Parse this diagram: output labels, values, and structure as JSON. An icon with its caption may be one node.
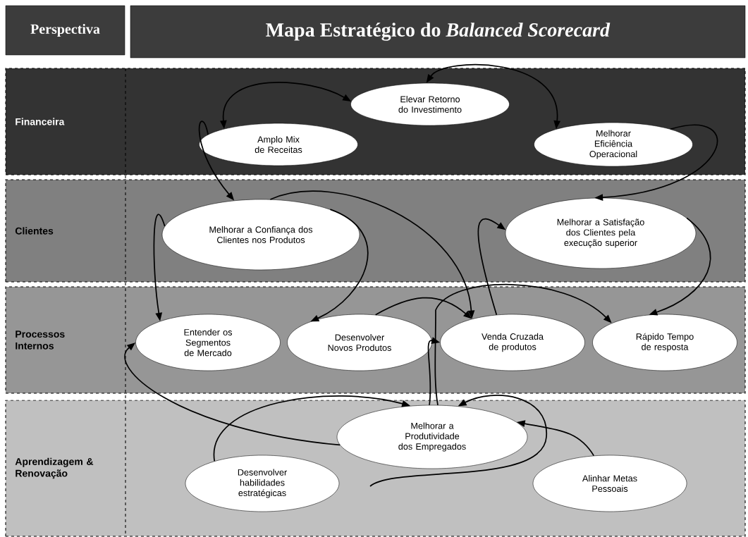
{
  "diagram": {
    "nodes": [
      {
        "text": [
          "Perspectiva"
        ]
      },
      {
        "text": [
          "Mapa Estratégico do *Balanced Scorecard*"
        ]
      },
      {
        "text": [
          "Financeira"
        ]
      },
      {
        "text": [
          "Elevar Retorno do Investimento"
        ],
        "in": 2
      },
      {
        "text": [
          "Amplo Mix de Receitas"
        ],
        "in": 2
      },
      {
        "text": [
          "Melhorar Eficiência Operacional"
        ],
        "in": 2
      },
      {
        "text": [
          "Clientes"
        ]
      },
      {
        "text": [
          "Melhorar a Confiança dos Clientes nos Produtos"
        ],
        "in": 6
      },
      {
        "text": [
          "Melhorar a Satisfação dos Clientes pela execução superior"
        ],
        "in": 6
      },
      {
        "text": [
          "Processos Internos"
        ]
      },
      {
        "text": [
          "Entender os Segmentos de Mercado"
        ],
        "in": 9
      },
      {
        "text": [
          "Desenvolver Novos Produtos"
        ],
        "in": 9
      },
      {
        "text": [
          "Venda Cruzada de produtos"
        ],
        "in": 9
      },
      {
        "text": [
          "Rápido Tempo de resposta"
        ],
        "in": 9
      },
      {
        "text": [
          "Aprendizagem & Renovação"
        ]
      },
      {
        "text": [
          "Melhorar a Produtividade dos Empregados"
        ],
        "in": 14
      },
      {
        "text": [
          "Desenvolver habilidades estratégicas"
        ],
        "in": 14
      },
      {
        "text": [
          "Alinhar Metas Pessoais"
        ],
        "in": 14
      }
    ],
    "edges": [
      {
        "from": 4,
        "to": 3,
        "arrow": "both"
      },
      {
        "from": 3,
        "to": 5,
        "arrow": "both"
      },
      {
        "from": 4,
        "to": 7,
        "arrow": "to"
      },
      {
        "from": 5,
        "to": 8,
        "arrow": "to"
      },
      {
        "from": 7,
        "to": 10,
        "arrow": "to"
      },
      {
        "from": 7,
        "to": 11,
        "arrow": "to"
      },
      {
        "from": 7,
        "to": 12,
        "arrow": "to"
      },
      {
        "from": 12,
        "to": 8,
        "arrow": "to"
      },
      {
        "from": 8,
        "to": 13,
        "arrow": "to"
      },
      {
        "from": 15,
        "to": 10,
        "arrow": "to"
      },
      {
        "from": 15,
        "to": 12,
        "arrow": "to"
      },
      {
        "from": 15,
        "to": 13,
        "arrow": "to"
      },
      {
        "from": 11,
        "to": 12,
        "arrow": "to"
      },
      {
        "from": 16,
        "to": 15,
        "arrow": "to"
      },
      {
        "from": 17,
        "to": 15,
        "arrow": "to"
      },
      {
        "from": null,
        "to": 15,
        "arrow": "to"
      }
    ]
  }
}
